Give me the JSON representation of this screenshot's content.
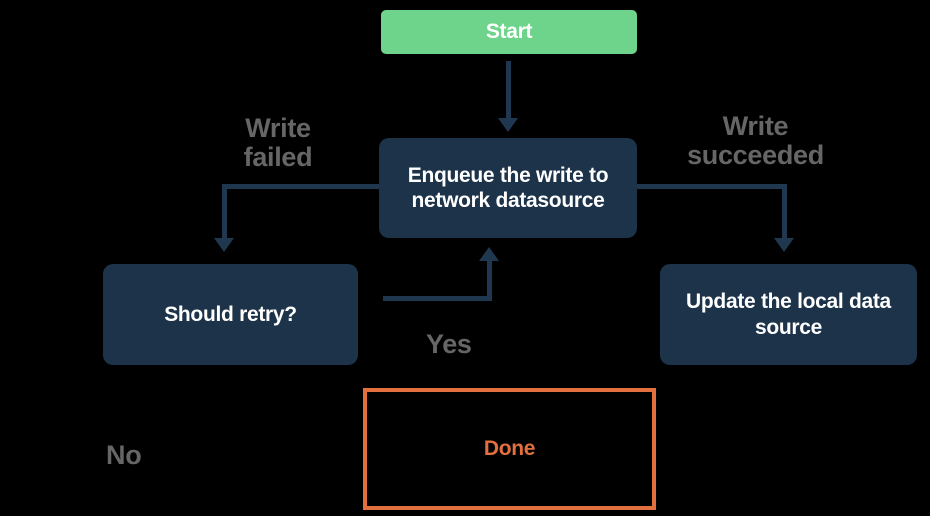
{
  "colors": {
    "bg": "#000000",
    "node_fill": "#1d3349",
    "node_text": "#ffffff",
    "start_fill": "#6fd48b",
    "arrow": "#20384f",
    "label_gray": "#666666",
    "done_accent": "#e2703f"
  },
  "nodes": {
    "start": {
      "label": "Start"
    },
    "enqueue": {
      "label": "Enqueue the write to network datasource"
    },
    "should_retry": {
      "label": "Should retry?"
    },
    "update_local": {
      "label": "Update the local data source"
    },
    "done": {
      "label": "Done"
    }
  },
  "edge_labels": {
    "write_failed": "Write failed",
    "write_succeeded": "Write succeeded",
    "yes": "Yes",
    "no": "No"
  },
  "flow": {
    "edges": [
      {
        "from": "start",
        "to": "enqueue",
        "label": ""
      },
      {
        "from": "enqueue",
        "to": "should_retry",
        "label": "Write failed"
      },
      {
        "from": "enqueue",
        "to": "update_local",
        "label": "Write succeeded"
      },
      {
        "from": "should_retry",
        "to": "enqueue",
        "label": "Yes"
      }
    ],
    "floating_labels": [
      "No"
    ]
  }
}
